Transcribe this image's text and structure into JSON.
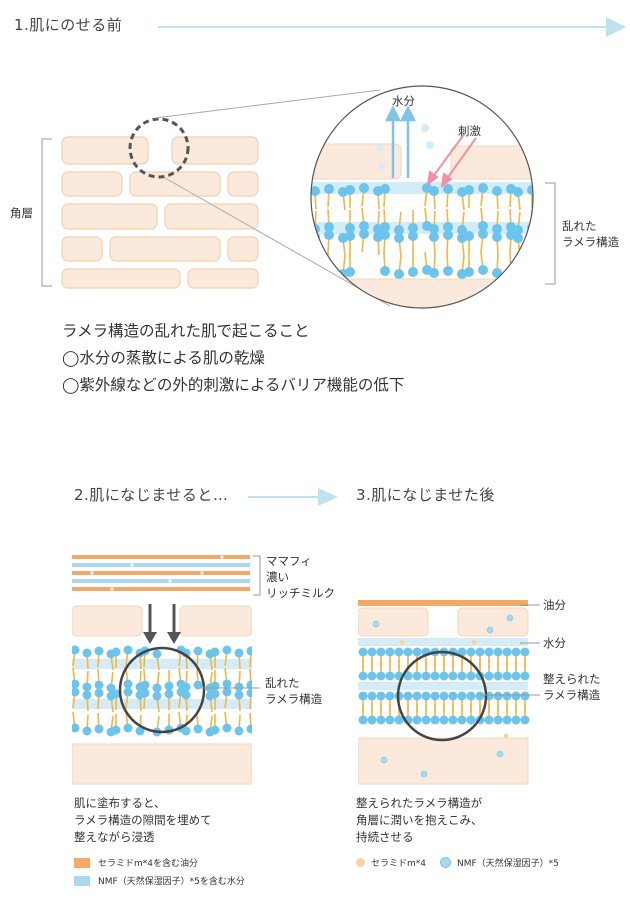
{
  "step1": {
    "title": "1.肌にのせる前",
    "layer_label": "角層",
    "water_label": "水分",
    "stimulus_label": "刺激",
    "disordered_label_line1": "乱れた",
    "disordered_label_line2": "ラメラ構造",
    "body_lines": [
      "ラメラ構造の乱れた肌で起こること",
      "◯水分の蒸散による肌の乾燥",
      "◯紫外線などの外的刺激によるバリア機能の低下"
    ]
  },
  "step2": {
    "title": "2.肌になじませると…",
    "product_label_lines": [
      "ママフィ",
      "濃い",
      "リッチミルク"
    ],
    "disordered_label_lines": [
      "乱れた",
      "ラメラ構造"
    ],
    "note_lines": [
      "肌に塗布すると、",
      "ラメラ構造の隙間を埋めて",
      "整えながら浸透"
    ],
    "legend": [
      {
        "label": "セラミドm*4を含む油分",
        "color": "#f4a964"
      },
      {
        "label": "NMF（天然保湿因子）*5を含む水分",
        "color": "#a9d8f0"
      }
    ]
  },
  "step3": {
    "title": "3.肌になじませた後",
    "oil_label": "油分",
    "water_label": "水分",
    "ordered_label_lines": [
      "整えられた",
      "ラメラ構造"
    ],
    "note_lines": [
      "整えられたラメラ構造が",
      "角層に潤いを抱えこみ、",
      "持続させる"
    ],
    "legend": [
      {
        "label": "セラミドm*4",
        "color": "#f8d3a8"
      },
      {
        "label": "NMF（天然保湿因子）*5",
        "color": "#a9d8f0"
      }
    ]
  },
  "colors": {
    "skin": "#fbeadb",
    "skin_border": "#f3d6bd",
    "lipid_head": "#6cc3ec",
    "lipid_tail": "#f2b642",
    "water_band": "#d4ecf8",
    "oil_band": "#f2a966",
    "arrow_water": "#7fc4e8",
    "arrow_stimulus": "#ef8fa8",
    "flow_arrow": "#bfe2ef",
    "dark_circle": "#444444"
  }
}
